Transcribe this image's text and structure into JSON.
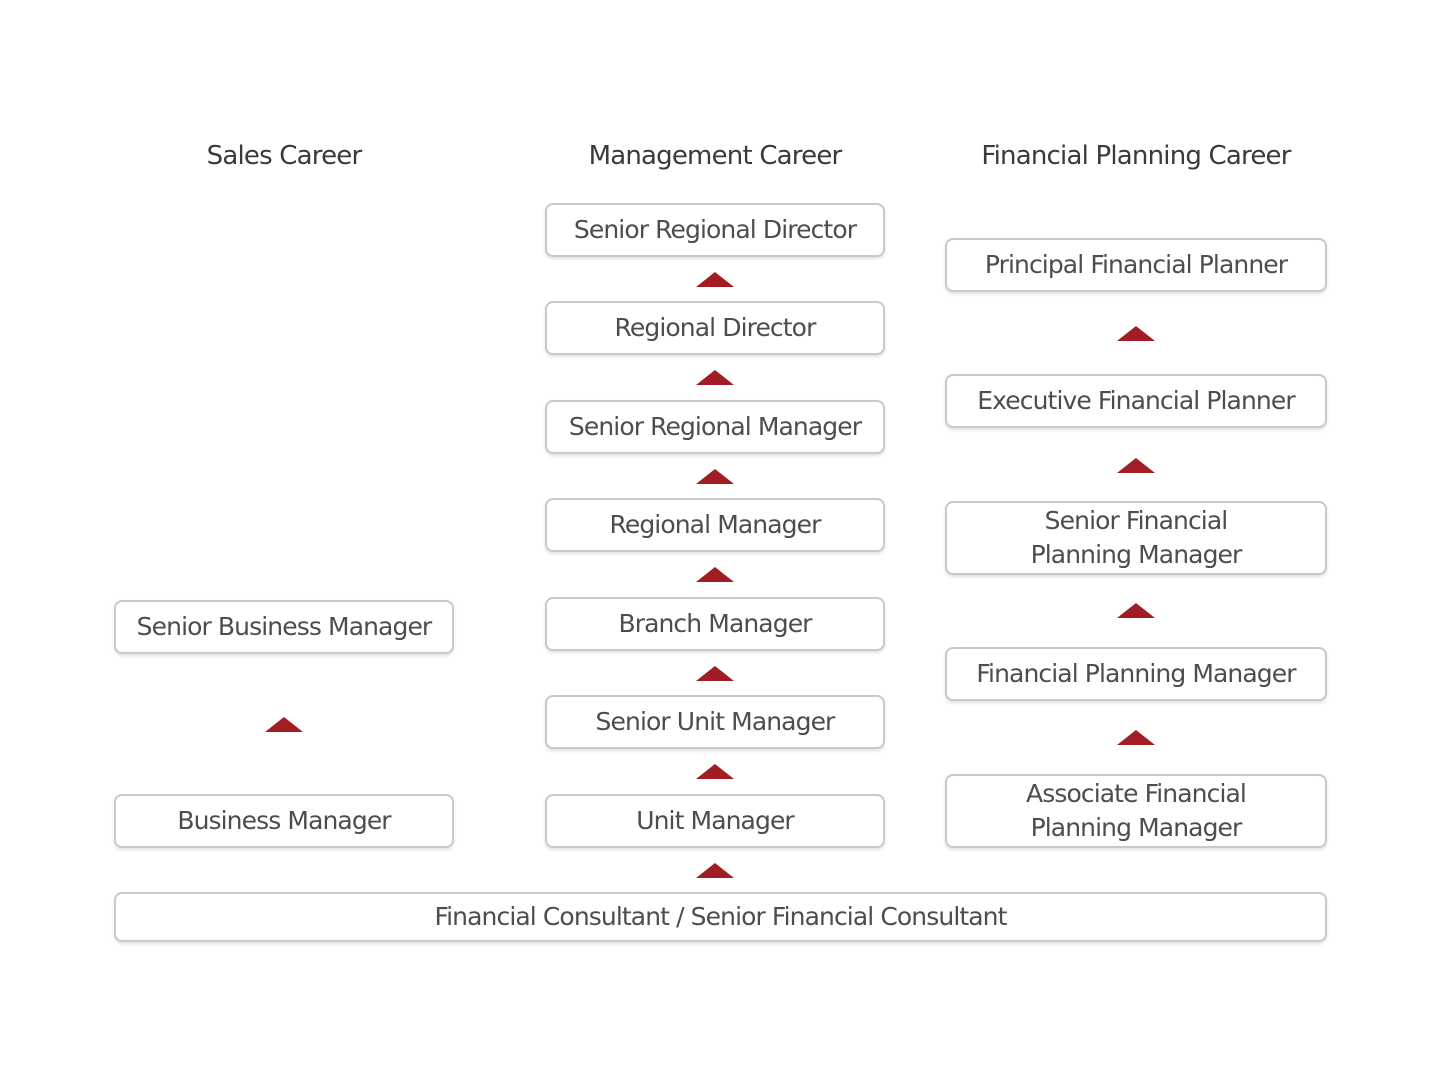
{
  "columns": {
    "sales": {
      "title": "Sales Career"
    },
    "management": {
      "title": "Management Career"
    },
    "financial_planning": {
      "title": "Financial Planning Career"
    }
  },
  "sales": {
    "senior_business_manager": "Senior Business Manager",
    "business_manager": "Business Manager"
  },
  "management": {
    "senior_regional_director": "Senior Regional Director",
    "regional_director": "Regional Director",
    "senior_regional_manager": "Senior Regional Manager",
    "regional_manager": "Regional Manager",
    "branch_manager": "Branch Manager",
    "senior_unit_manager": "Senior Unit Manager",
    "unit_manager": "Unit Manager"
  },
  "financial_planning": {
    "principal_financial_planner": "Principal Financial Planner",
    "executive_financial_planner": "Executive Financial Planner",
    "senior_financial_planning_manager": {
      "line1": "Senior Financial",
      "line2": "Planning Manager"
    },
    "financial_planning_manager": "Financial Planning Manager",
    "associate_financial_planning_manager": {
      "line1": "Associate Financial",
      "line2": "Planning Manager"
    }
  },
  "base": {
    "financial_consultant": "Financial Consultant / Senior Financial Consultant"
  },
  "colors": {
    "arrow": "#a11d23",
    "box_border": "#c9c9c9",
    "text": "#4d4d4d"
  }
}
